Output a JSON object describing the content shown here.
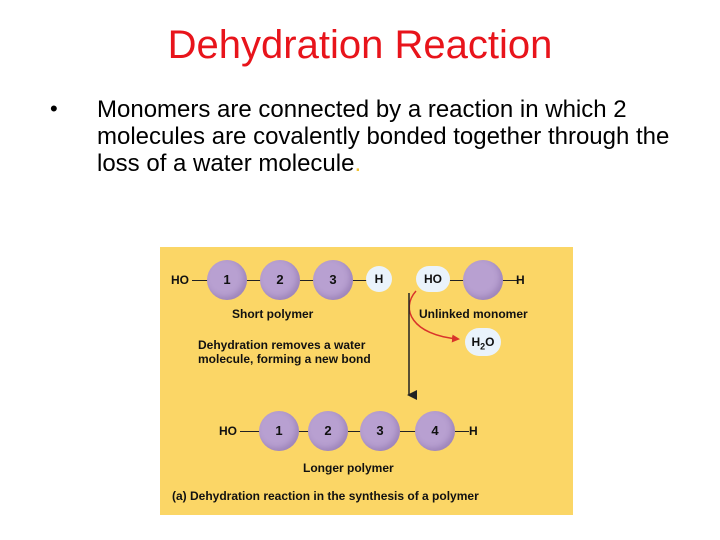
{
  "slide": {
    "title": "Dehydration Reaction",
    "bullet_marker": "•",
    "bullet_text": "Monomers are connected by a reaction in which 2 molecules are covalently bonded together through the loss of a water molecule",
    "bullet_end": "."
  },
  "diagram": {
    "top_row": {
      "left_end": "HO",
      "monomers": [
        "1",
        "2",
        "3"
      ],
      "h_end": "H",
      "ho_label": "HO",
      "right_end": "H"
    },
    "short_polymer_label": "Short polymer",
    "unlinked_monomer_label": "Unlinked monomer",
    "water_label": "H",
    "water_sub": "2",
    "water_o": "O",
    "step_text": "Dehydration removes a water molecule, forming a new bond",
    "bottom_row": {
      "left_end": "HO",
      "monomers": [
        "1",
        "2",
        "3",
        "4"
      ],
      "right_end": "H"
    },
    "longer_polymer_label": "Longer polymer",
    "caption": "(a) Dehydration reaction in the synthesis of a polymer",
    "colors": {
      "panel": "#fbd666",
      "monomer": "#b8a0d1",
      "highlight": "#eaf3fb",
      "arrow_red": "#d9342b"
    }
  }
}
